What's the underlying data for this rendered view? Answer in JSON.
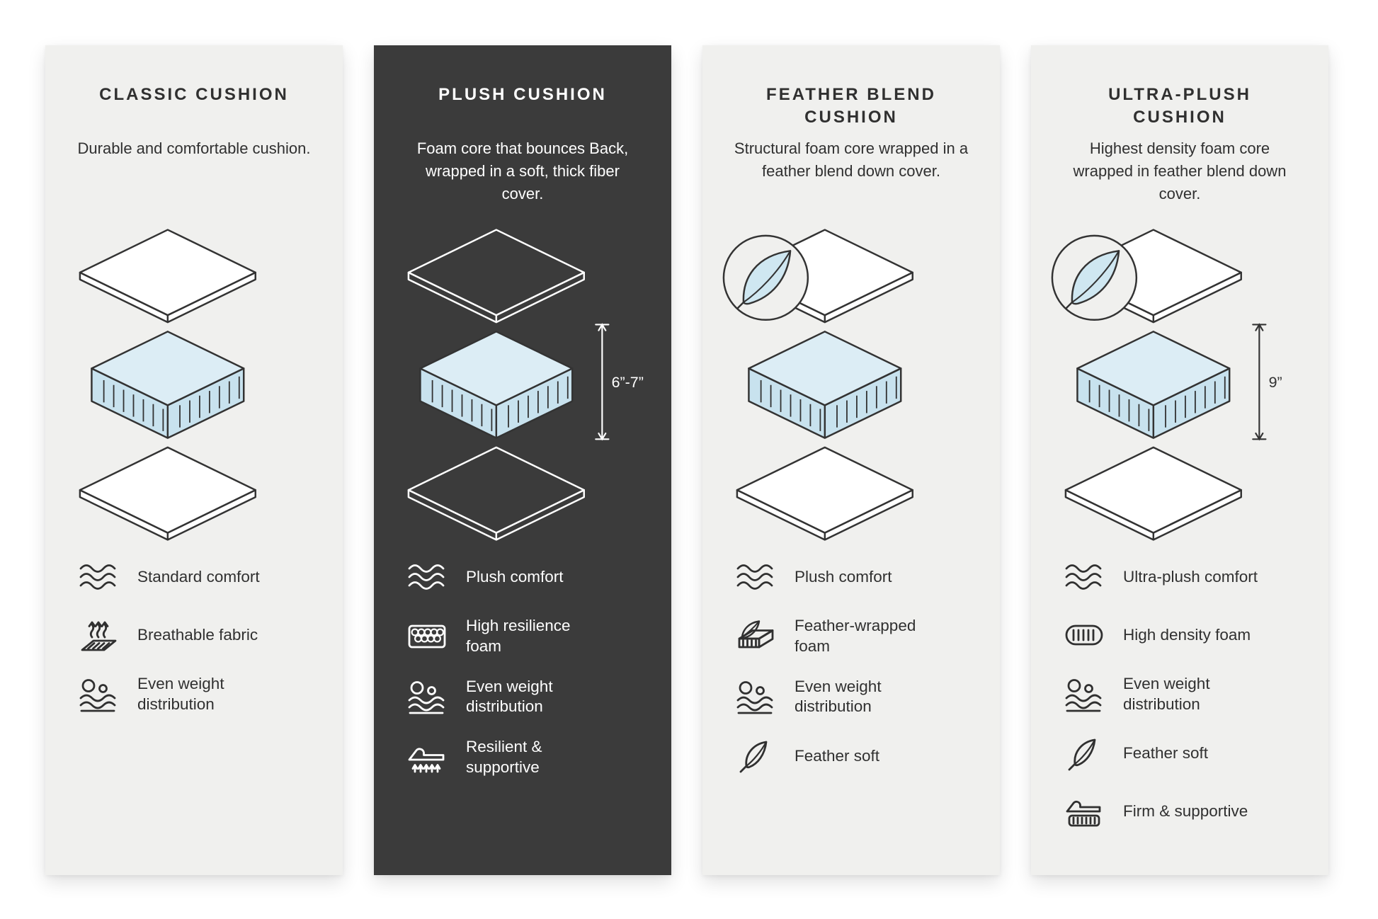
{
  "colors": {
    "card_light_bg": "#f0f0ee",
    "card_dark_bg": "#3b3b3b",
    "outline_dark": "#333333",
    "outline_light": "#ffffff",
    "foam_top": "#dcedf5",
    "foam_side": "#c8e2ee",
    "feather_fill": "#cfe7f1"
  },
  "columns": [
    {
      "title": "CLASSIC CUSHION",
      "description": "Durable and comfortable cushion.",
      "theme": "light",
      "has_feather": false,
      "measurement": "",
      "features": [
        {
          "icon": "comfort-waves-icon",
          "label": "Standard comfort"
        },
        {
          "icon": "breathable-fabric-icon",
          "label": "Breathable fabric"
        },
        {
          "icon": "weight-distribution-icon",
          "label": "Even weight distribution"
        }
      ]
    },
    {
      "title": "PLUSH CUSHION",
      "description": "Foam core that bounces Back, wrapped in a soft, thick fiber cover.",
      "theme": "dark",
      "has_feather": false,
      "measurement": "6”-7”",
      "features": [
        {
          "icon": "comfort-waves-icon",
          "label": "Plush comfort"
        },
        {
          "icon": "resilience-foam-icon",
          "label": "High resilience foam"
        },
        {
          "icon": "weight-distribution-icon",
          "label": "Even weight distribution"
        },
        {
          "icon": "supportive-icon",
          "label": "Resilient & supportive"
        }
      ]
    },
    {
      "title": "FEATHER BLEND CUSHION",
      "description": "Structural foam core wrapped in a feather blend down cover.",
      "theme": "light",
      "has_feather": true,
      "measurement": "",
      "features": [
        {
          "icon": "comfort-waves-icon",
          "label": "Plush comfort"
        },
        {
          "icon": "feather-wrapped-foam-icon",
          "label": "Feather-wrapped foam"
        },
        {
          "icon": "weight-distribution-icon",
          "label": "Even weight distribution"
        },
        {
          "icon": "feather-icon",
          "label": "Feather soft"
        }
      ]
    },
    {
      "title": "ULTRA-PLUSH CUSHION",
      "description": "Highest density foam core wrapped in feather blend down cover.",
      "theme": "light",
      "has_feather": true,
      "measurement": "9”",
      "features": [
        {
          "icon": "comfort-waves-icon",
          "label": "Ultra-plush comfort"
        },
        {
          "icon": "high-density-foam-icon",
          "label": "High density foam"
        },
        {
          "icon": "weight-distribution-icon",
          "label": "Even weight distribution"
        },
        {
          "icon": "feather-icon",
          "label": "Feather soft"
        },
        {
          "icon": "firm-supportive-icon",
          "label": "Firm & supportive"
        }
      ]
    }
  ]
}
